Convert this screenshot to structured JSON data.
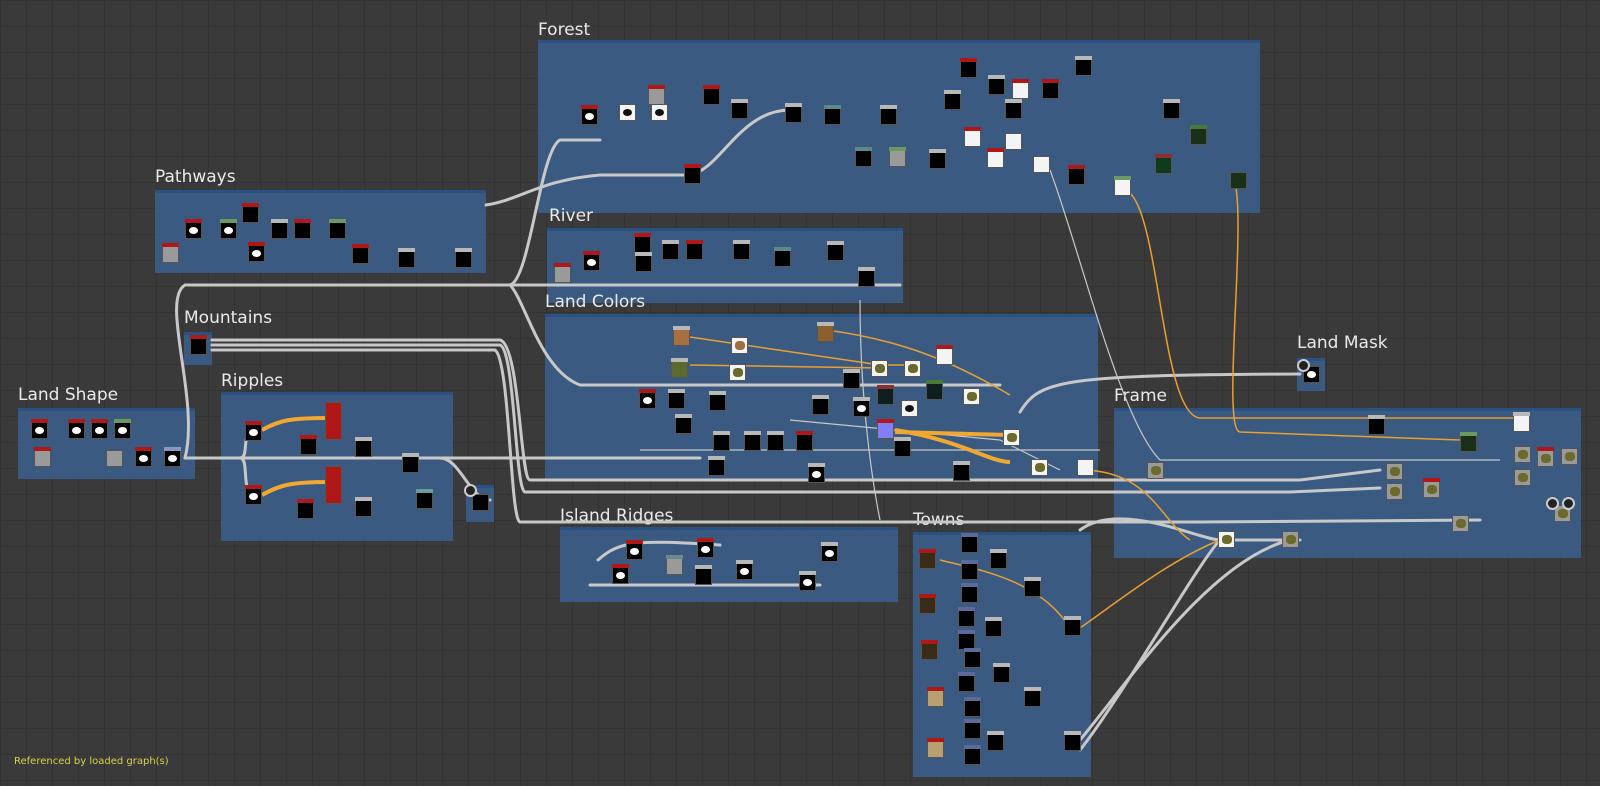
{
  "frames": [
    {
      "id": "forest",
      "title": "Forest"
    },
    {
      "id": "pathways",
      "title": "Pathways"
    },
    {
      "id": "river",
      "title": "River"
    },
    {
      "id": "mountains",
      "title": "Mountains"
    },
    {
      "id": "land-colors",
      "title": "Land Colors"
    },
    {
      "id": "land-shape",
      "title": "Land Shape"
    },
    {
      "id": "ripples",
      "title": "Ripples"
    },
    {
      "id": "land-mask",
      "title": "Land Mask"
    },
    {
      "id": "frame",
      "title": "Frame"
    },
    {
      "id": "island-ridges",
      "title": "Island Ridges"
    },
    {
      "id": "towns",
      "title": "Towns"
    }
  ],
  "status": {
    "text": "Referenced by loaded graph(s)"
  },
  "colors": {
    "frame_bg": "#3c6496",
    "wire": "#c8c8c8",
    "wire_orange": "#e8a030",
    "header_red": "#b01818",
    "header_green": "#6a9a60",
    "header_gray": "#b8b8b8",
    "status_text": "#d8d04a"
  }
}
